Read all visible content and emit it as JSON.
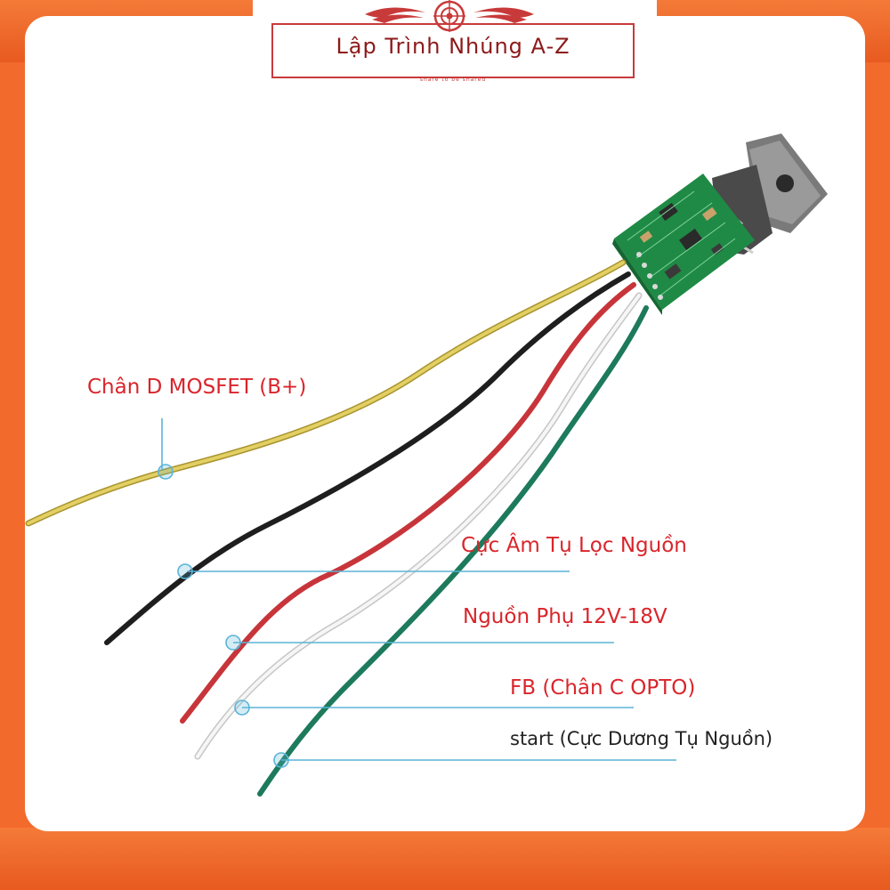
{
  "banner": {
    "title": "Lập Trình Nhúng A-Z",
    "tagline": "share to be shared"
  },
  "labels": {
    "yellow": "Chân D MOSFET (B+)",
    "black": "Cực Âm Tụ  Lọc Nguồn",
    "red": "Nguồn Phụ 12V-18V",
    "white": "FB  (Chân C OPTO)",
    "green": "start  (Cực Dương Tụ Nguồn)"
  },
  "colors": {
    "frame": "#f26a2c",
    "label_red": "#d9252b",
    "wire_yellow": "#d9c64a",
    "wire_black": "#1e1e1e",
    "wire_red": "#c7353a",
    "wire_white": "#e8e8e8",
    "wire_green": "#1d7a5c",
    "pcb": "#1f8a45",
    "pointer": "#5ab4d6"
  },
  "icons": {
    "logo": "winged-target-logo"
  }
}
